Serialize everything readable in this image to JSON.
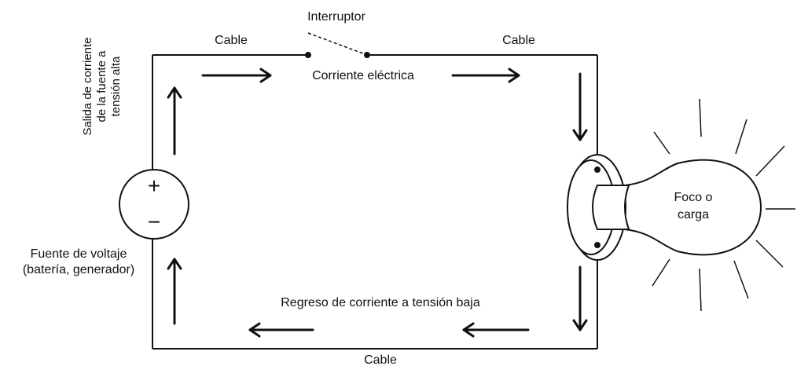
{
  "labels": {
    "switch": "Interruptor",
    "cable_top_left": "Cable",
    "cable_top_right": "Cable",
    "cable_bottom": "Cable",
    "current": "Corriente eléctrica",
    "return_current": "Regreso de corriente a tensión baja",
    "output_line1": "Salida de corriente",
    "output_line2": "de la fuente a",
    "output_line3": "tensión alta",
    "source_line1": "Fuente de voltaje",
    "source_line2": "(batería, generador)",
    "bulb_line1": "Foco o",
    "bulb_line2": "carga",
    "plus_sign": "+",
    "minus_sign": "−"
  }
}
